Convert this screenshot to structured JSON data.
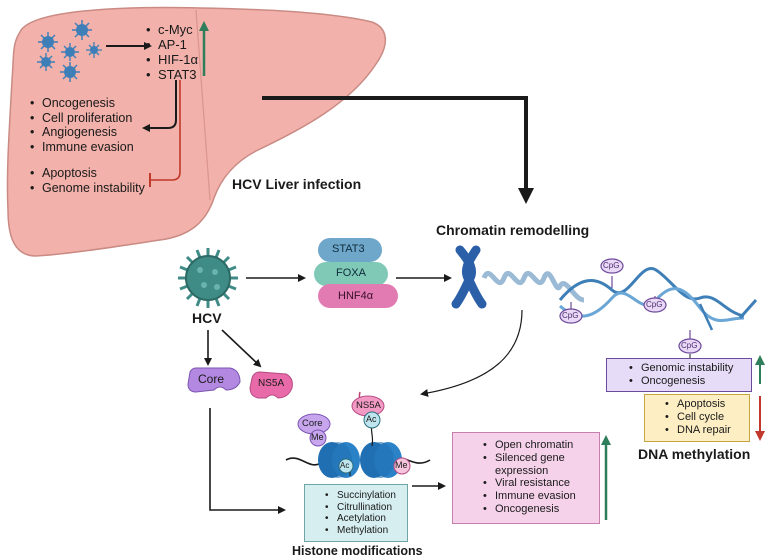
{
  "colors": {
    "liver_fill": "#f2b1aa",
    "liver_stroke": "#c98b84",
    "virus": "#3f7fb8",
    "hcv_virus": "#3f8c86",
    "green_arrow": "#2e7d5b",
    "red_arrow": "#c0392b",
    "core_purple": "#b388e0",
    "ns5a_pink": "#e86aa8",
    "nucleosome": "#1f6fb2",
    "histone_box_fill": "#d6eef0",
    "outcome_box_fill": "#f5d2ea",
    "dna_box_fill": "#fdeec4",
    "genomic_box_fill": "#e7dcf7",
    "stat3": "#6ea7c9",
    "foxa": "#7fc9b6",
    "hnf4a": "#e37bb3"
  },
  "liver": {
    "factors": [
      "c-Myc",
      "AP-1",
      "HIF-1α",
      "STAT3"
    ],
    "effects_up": [
      "Oncogenesis",
      "Cell proliferation",
      "Angiogenesis",
      "Immune evasion"
    ],
    "effects_down": [
      "Apoptosis",
      "Genome instability"
    ],
    "title": "HCV Liver infection"
  },
  "chromatin": {
    "title": "Chromatin remodelling",
    "tf_stat3": "STAT3",
    "tf_foxa": "FOXA",
    "tf_hnf4a": "HNF4α",
    "cpg_label": "CpG"
  },
  "hcv": {
    "label": "HCV",
    "core": "Core",
    "ns5a": "NS5A"
  },
  "histone": {
    "core_label": "Core",
    "ns5a_label": "NS5A",
    "me": "Me",
    "ac": "Ac",
    "modifications": [
      "Succinylation",
      "Citrullination",
      "Acetylation",
      "Methylation"
    ],
    "title": "Histone modifications",
    "outcomes": [
      "Open chromatin",
      "Silenced gene expression",
      "Viral resistance",
      "Immune evasion",
      "Oncogenesis"
    ]
  },
  "dna_methylation": {
    "up_items": [
      "Genomic instability",
      "Oncogenesis"
    ],
    "down_items": [
      "Apoptosis",
      "Cell cycle",
      "DNA repair"
    ],
    "title": "DNA methylation"
  }
}
